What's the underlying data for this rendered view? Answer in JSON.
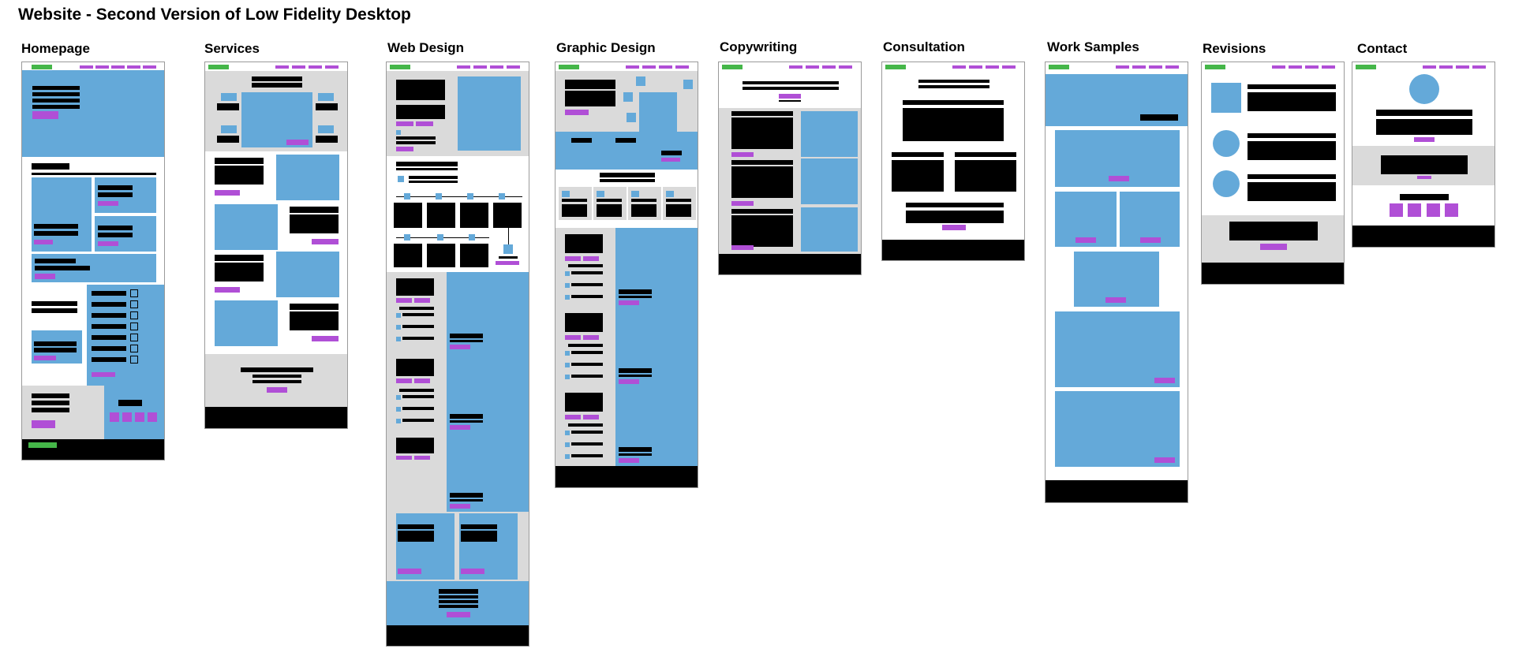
{
  "board": {
    "title": "Website - Second Version of Low Fidelity Desktop"
  },
  "pages": [
    {
      "key": "homepage",
      "label": "Homepage"
    },
    {
      "key": "services",
      "label": "Services"
    },
    {
      "key": "web_design",
      "label": "Web Design"
    },
    {
      "key": "graphic_design",
      "label": "Graphic Design"
    },
    {
      "key": "copywriting",
      "label": "Copywriting"
    },
    {
      "key": "consultation",
      "label": "Consultation"
    },
    {
      "key": "work_samples",
      "label": "Work Samples"
    },
    {
      "key": "revisions",
      "label": "Revisions"
    },
    {
      "key": "contact",
      "label": "Contact"
    }
  ],
  "colors": {
    "placeholder_blue": "#64a9d9",
    "button_purple": "#b04fd6",
    "logo_green": "#45b649",
    "text_block_black": "#000000",
    "section_gray": "#dadada"
  }
}
